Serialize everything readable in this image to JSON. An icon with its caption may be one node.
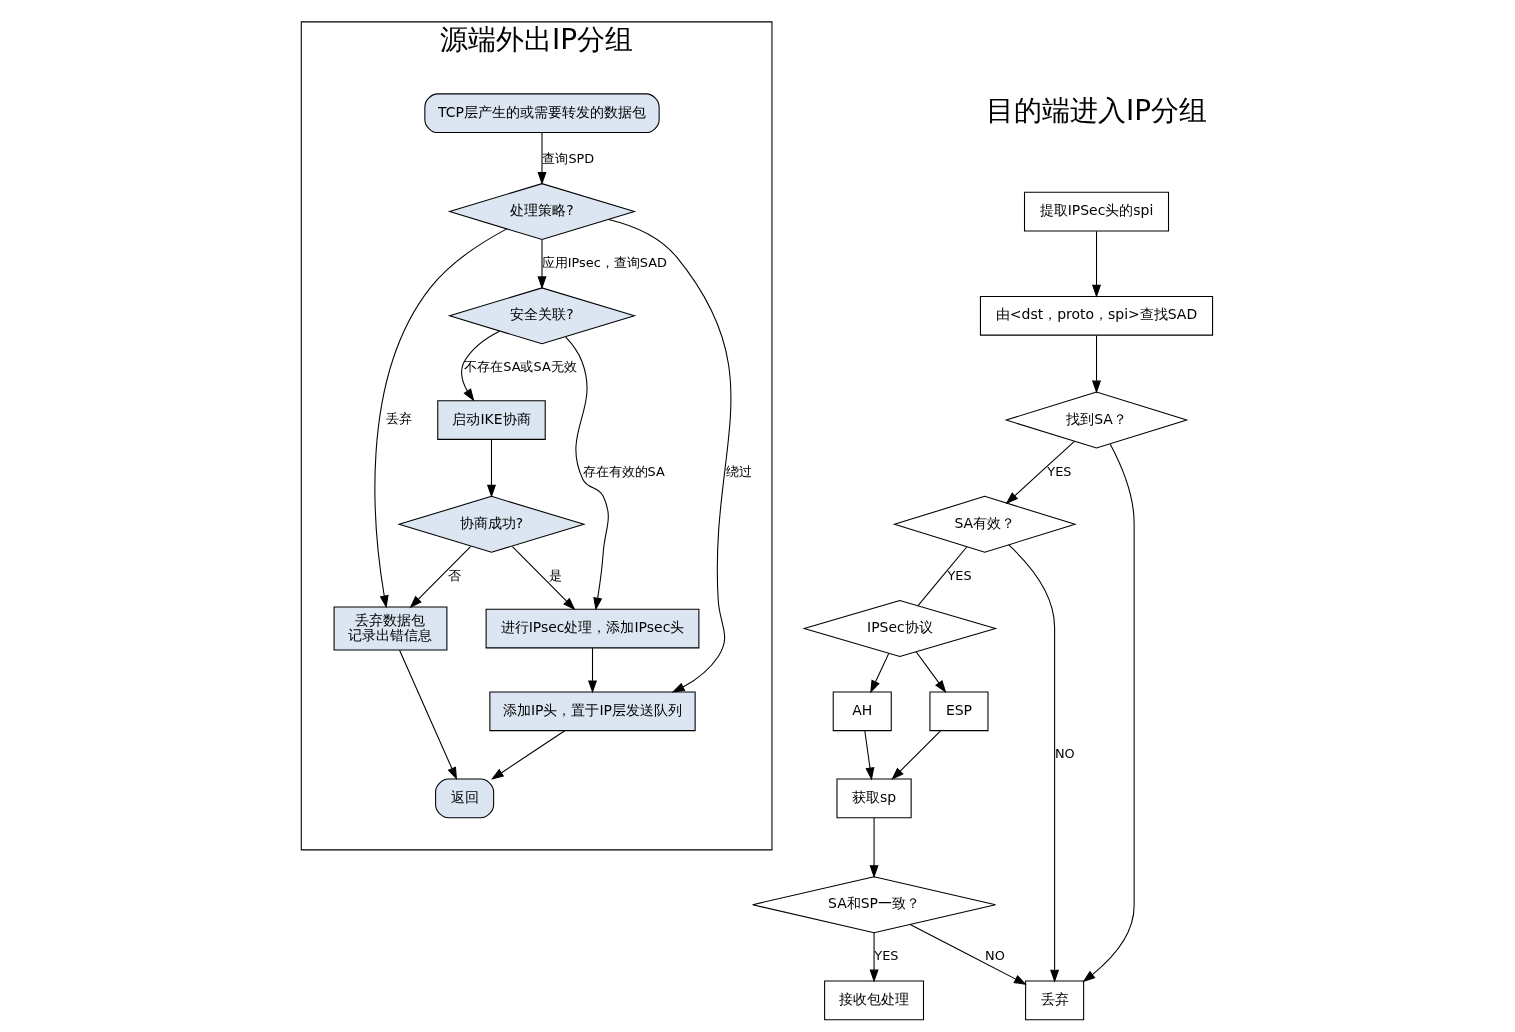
{
  "diagram": {
    "nodes": [
      {
        "text": [
          "源端外出IP分组"
        ]
      },
      {
        "text": [
          "TCP层产生的或需要转发的数据包"
        ],
        "in": 0
      },
      {
        "text": [
          "处理策略?"
        ],
        "in": 0
      },
      {
        "text": [
          "安全关联?"
        ],
        "in": 0
      },
      {
        "text": [
          "启动IKE协商"
        ],
        "in": 0
      },
      {
        "text": [
          "协商成功?"
        ],
        "in": 0
      },
      {
        "text": [
          "进行IPsec处理，添加IPsec头"
        ],
        "in": 0
      },
      {
        "text": [
          "丢弃数据包",
          "记录出错信息"
        ],
        "in": 0
      },
      {
        "text": [
          "添加IP头，置于IP层发送队列"
        ],
        "in": 0
      },
      {
        "text": [
          "返回"
        ],
        "in": 0
      },
      {
        "text": [
          "提取IPSec头的spi"
        ]
      },
      {
        "text": [
          "由<dst，proto，spi>查找SAD"
        ]
      },
      {
        "text": [
          "找到SA？"
        ]
      },
      {
        "text": [
          "SA有效？"
        ]
      },
      {
        "text": [
          "IPSec协议"
        ]
      },
      {
        "text": [
          "AH"
        ]
      },
      {
        "text": [
          "ESP"
        ]
      },
      {
        "text": [
          "获取sp"
        ]
      },
      {
        "text": [
          "SA和SP一致？"
        ]
      },
      {
        "text": [
          "接收包处理"
        ]
      },
      {
        "text": [
          "丢弃"
        ]
      }
    ],
    "edges": [
      {
        "from": 1,
        "to": 2,
        "arrow": "to",
        "label": "查询SPD"
      },
      {
        "from": 2,
        "to": 7,
        "arrow": "to",
        "label": "丢弃"
      },
      {
        "from": 2,
        "to": 8,
        "arrow": "to",
        "label": "绕过"
      },
      {
        "from": 2,
        "to": 3,
        "arrow": "to",
        "label": "应用IPsec，查询SAD"
      },
      {
        "from": 3,
        "to": 4,
        "arrow": "to",
        "label": "不存在SA或SA无效"
      },
      {
        "from": 3,
        "to": 6,
        "arrow": "to",
        "label": "存在有效的SA"
      },
      {
        "from": 4,
        "to": 5,
        "arrow": "to"
      },
      {
        "from": 5,
        "to": 6,
        "arrow": "to",
        "label": "是"
      },
      {
        "from": 5,
        "to": 7,
        "arrow": "to",
        "label": "否"
      },
      {
        "from": 6,
        "to": 8,
        "arrow": "to"
      },
      {
        "from": 7,
        "to": 9,
        "arrow": "to"
      },
      {
        "from": 8,
        "to": 9,
        "arrow": "to"
      },
      {
        "from": 10,
        "to": 11,
        "arrow": "to"
      },
      {
        "from": 11,
        "to": 12,
        "arrow": "to"
      },
      {
        "from": 12,
        "to": 13,
        "arrow": "to",
        "label": "YES"
      },
      {
        "from": 12,
        "to": 20,
        "arrow": "to"
      },
      {
        "from": 13,
        "to": 14,
        "arrow": "none",
        "label": "YES"
      },
      {
        "from": 13,
        "to": 20,
        "arrow": "to",
        "label": "NO"
      },
      {
        "from": 14,
        "to": 15,
        "arrow": "to"
      },
      {
        "from": 14,
        "to": 16,
        "arrow": "to"
      },
      {
        "from": 15,
        "to": 17,
        "arrow": "to"
      },
      {
        "from": 16,
        "to": 17,
        "arrow": "to"
      },
      {
        "from": 17,
        "to": 18,
        "arrow": "to"
      },
      {
        "from": 18,
        "to": 19,
        "arrow": "to",
        "label": "YES"
      },
      {
        "from": 18,
        "to": 20,
        "arrow": "to",
        "label": "NO"
      }
    ],
    "labels": [
      "目的端进入IP分组"
    ]
  }
}
